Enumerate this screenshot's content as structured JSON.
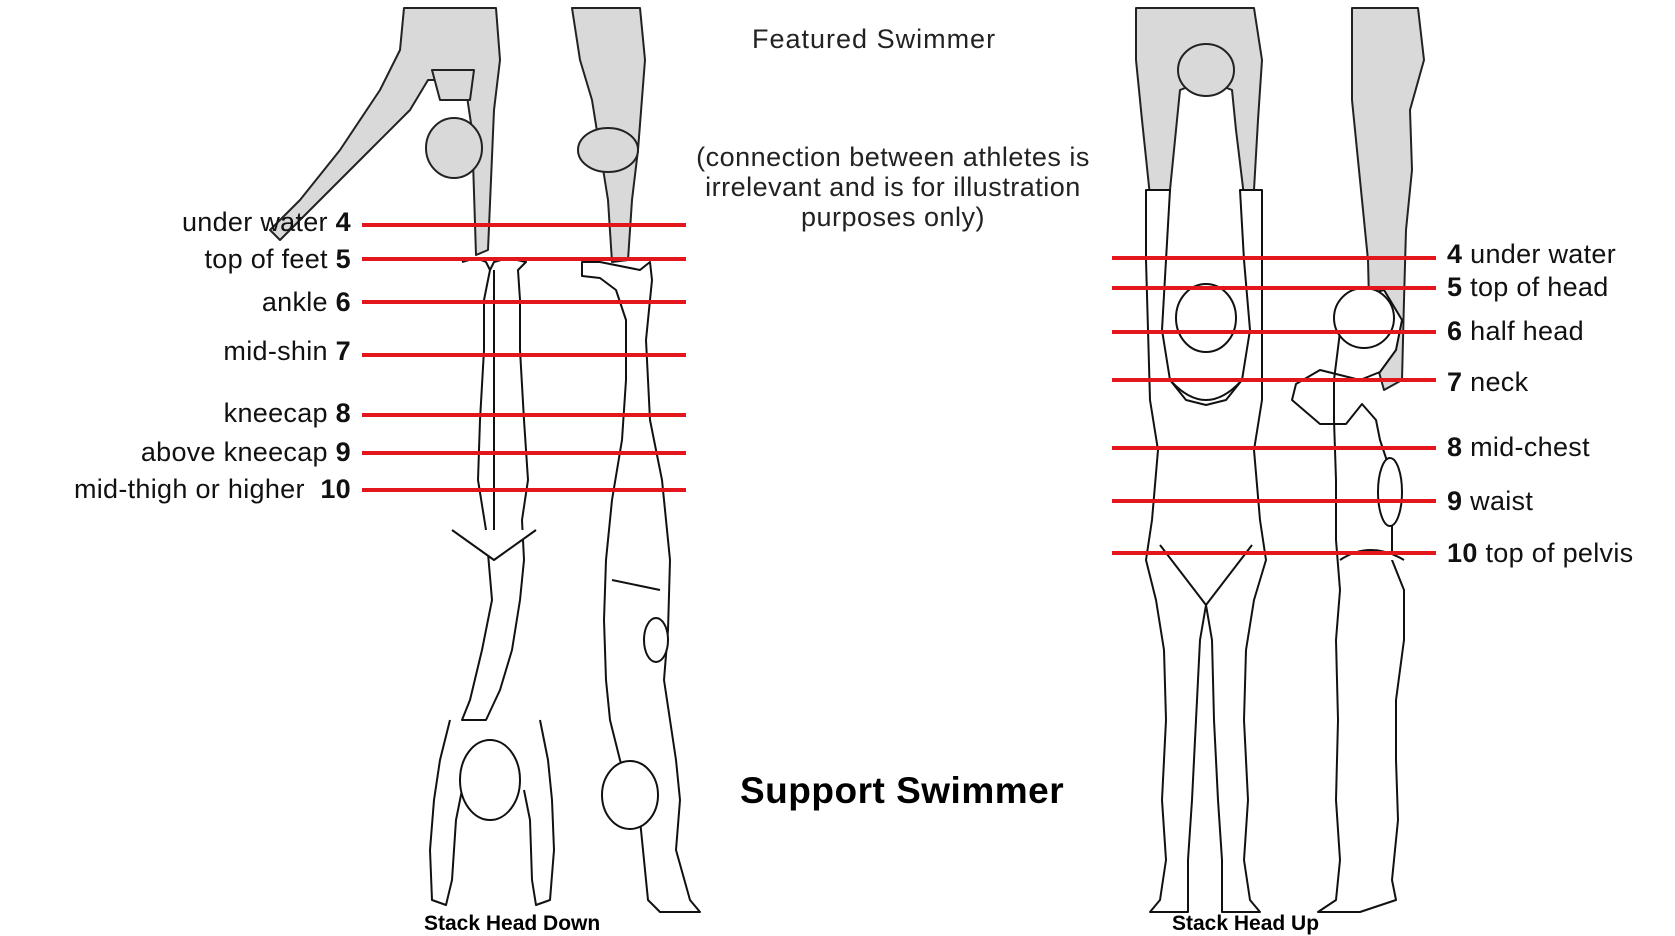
{
  "header": {
    "featured_title": "Featured Swimmer",
    "note": "(connection between athletes is irrelevant and is for illustration purposes only)",
    "support_title": "Support Swimmer"
  },
  "left_panel": {
    "caption": "Stack Head Down",
    "levels": [
      {
        "num": "4",
        "label": "under water"
      },
      {
        "num": "5",
        "label": "top of feet"
      },
      {
        "num": "6",
        "label": "ankle"
      },
      {
        "num": "7",
        "label": "mid-shin"
      },
      {
        "num": "8",
        "label": "kneecap"
      },
      {
        "num": "9",
        "label": "above kneecap"
      },
      {
        "num": "10",
        "label": "mid-thigh or higher"
      }
    ]
  },
  "right_panel": {
    "caption": "Stack Head Up",
    "levels": [
      {
        "num": "4",
        "label": "under water"
      },
      {
        "num": "5",
        "label": "top of head"
      },
      {
        "num": "6",
        "label": "half head"
      },
      {
        "num": "7",
        "label": "neck"
      },
      {
        "num": "8",
        "label": "mid-chest"
      },
      {
        "num": "9",
        "label": "waist"
      },
      {
        "num": "10",
        "label": "top of pelvis"
      }
    ]
  },
  "colors": {
    "level_line": "#e3161c",
    "featured_fill": "#d9d9d9",
    "outline": "#222222"
  }
}
